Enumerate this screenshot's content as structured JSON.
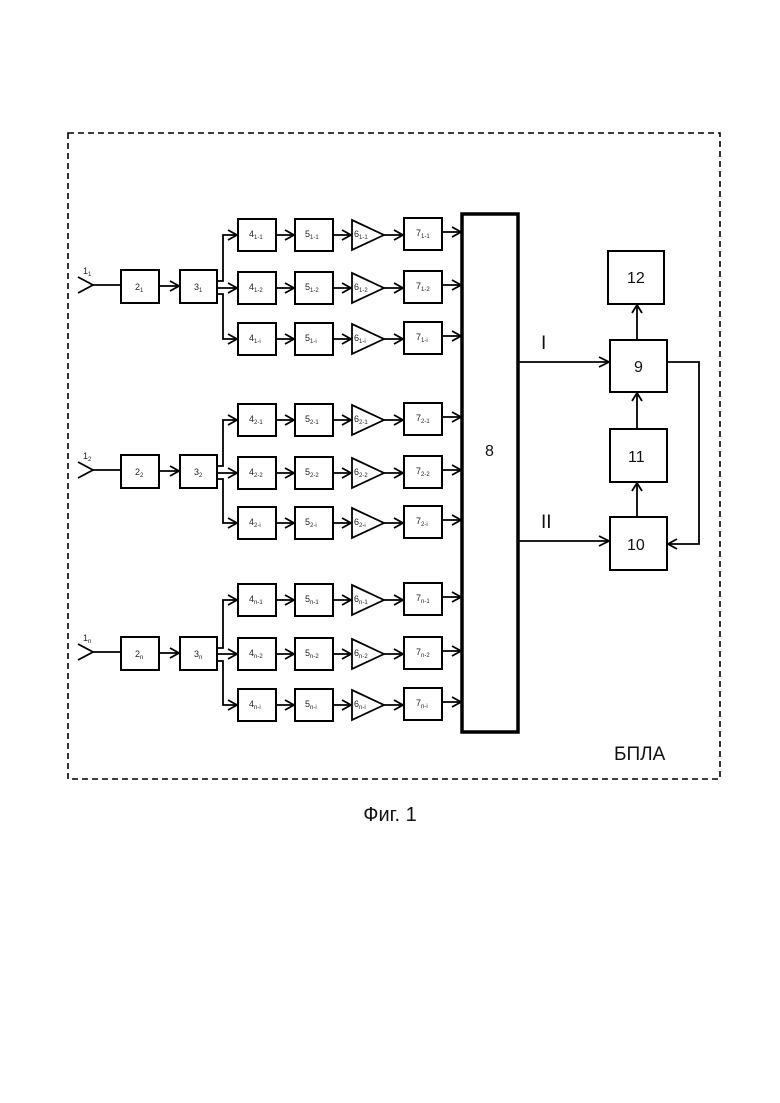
{
  "figure": {
    "caption": "Фиг. 1",
    "enclosure_label": "БПЛА",
    "channels": [
      {
        "antenna": {
          "main": "1",
          "sub": "1"
        },
        "block2": {
          "main": "2",
          "sub": "1"
        },
        "block3": {
          "main": "3",
          "sub": "1"
        },
        "paths": [
          {
            "b4": {
              "main": "4",
              "sub": "1-1"
            },
            "b5": {
              "main": "5",
              "sub": "1-1"
            },
            "b6": {
              "main": "6",
              "sub": "1-1"
            },
            "b7": {
              "main": "7",
              "sub": "1-1"
            }
          },
          {
            "b4": {
              "main": "4",
              "sub": "1-2"
            },
            "b5": {
              "main": "5",
              "sub": "1-2"
            },
            "b6": {
              "main": "6",
              "sub": "1-2"
            },
            "b7": {
              "main": "7",
              "sub": "1-2"
            }
          },
          {
            "b4": {
              "main": "4",
              "sub": "1-i"
            },
            "b5": {
              "main": "5",
              "sub": "1-i"
            },
            "b6": {
              "main": "6",
              "sub": "1-i"
            },
            "b7": {
              "main": "7",
              "sub": "1-i"
            }
          }
        ]
      },
      {
        "antenna": {
          "main": "1",
          "sub": "2"
        },
        "block2": {
          "main": "2",
          "sub": "2"
        },
        "block3": {
          "main": "3",
          "sub": "2"
        },
        "paths": [
          {
            "b4": {
              "main": "4",
              "sub": "2-1"
            },
            "b5": {
              "main": "5",
              "sub": "2-1"
            },
            "b6": {
              "main": "6",
              "sub": "2-1"
            },
            "b7": {
              "main": "7",
              "sub": "2-1"
            }
          },
          {
            "b4": {
              "main": "4",
              "sub": "2-2"
            },
            "b5": {
              "main": "5",
              "sub": "2-2"
            },
            "b6": {
              "main": "6",
              "sub": "2-2"
            },
            "b7": {
              "main": "7",
              "sub": "2-2"
            }
          },
          {
            "b4": {
              "main": "4",
              "sub": "2-i"
            },
            "b5": {
              "main": "5",
              "sub": "2-i"
            },
            "b6": {
              "main": "6",
              "sub": "2-i"
            },
            "b7": {
              "main": "7",
              "sub": "2-i"
            }
          }
        ]
      },
      {
        "antenna": {
          "main": "1",
          "sub": "n"
        },
        "block2": {
          "main": "2",
          "sub": "n"
        },
        "block3": {
          "main": "3",
          "sub": "n"
        },
        "paths": [
          {
            "b4": {
              "main": "4",
              "sub": "n-1"
            },
            "b5": {
              "main": "5",
              "sub": "n-1"
            },
            "b6": {
              "main": "6",
              "sub": "n-1"
            },
            "b7": {
              "main": "7",
              "sub": "n-1"
            }
          },
          {
            "b4": {
              "main": "4",
              "sub": "n-2"
            },
            "b5": {
              "main": "5",
              "sub": "n-2"
            },
            "b6": {
              "main": "6",
              "sub": "n-2"
            },
            "b7": {
              "main": "7",
              "sub": "n-2"
            }
          },
          {
            "b4": {
              "main": "4",
              "sub": "n-i"
            },
            "b5": {
              "main": "5",
              "sub": "n-i"
            },
            "b6": {
              "main": "6",
              "sub": "n-i"
            },
            "b7": {
              "main": "7",
              "sub": "n-i"
            }
          }
        ]
      }
    ],
    "bus_label": "8",
    "output_I_label": "I",
    "output_II_label": "II",
    "block9_label": "9",
    "block10_label": "10",
    "block11_label": "11",
    "block12_label": "12"
  }
}
